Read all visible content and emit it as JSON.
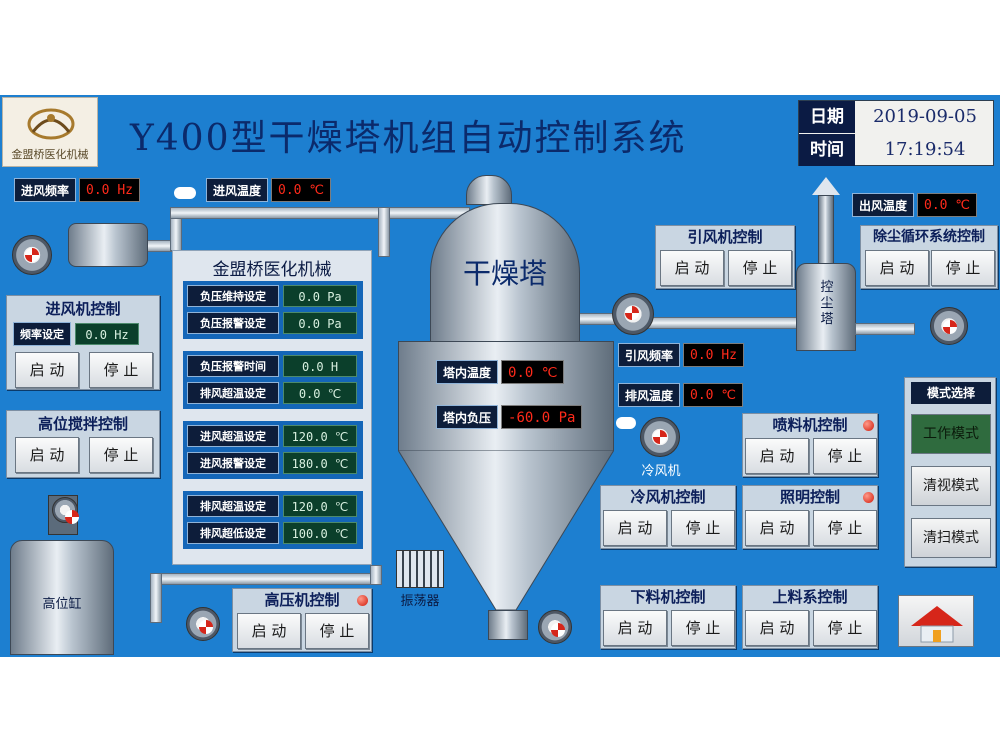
{
  "header": {
    "logo_text": "金盟桥医化机械",
    "title": "Y400型干燥塔机组自动控制系统",
    "date_label": "日期",
    "date_value": "2019-09-05",
    "time_label": "时间",
    "time_value": "17:19:54"
  },
  "readouts": {
    "inlet_freq": {
      "label": "进风频率",
      "value": "0.0 Hz"
    },
    "inlet_temp": {
      "label": "进风温度",
      "value": "0.0 ℃"
    },
    "outlet_temp_top": {
      "label": "出风温度",
      "value": "0.0 ℃"
    },
    "tower_temp": {
      "label": "塔内温度",
      "value": "0.0 ℃"
    },
    "tower_pressure": {
      "label": "塔内负压",
      "value": "-60.0 Pa"
    },
    "induced_freq": {
      "label": "引风频率",
      "value": "0.0 Hz"
    },
    "exhaust_temp": {
      "label": "排风温度",
      "value": "0.0 ℃"
    }
  },
  "inlet_fan_panel": {
    "title": "进风机控制",
    "freq_label": "频率设定",
    "freq_value": "0.0 Hz",
    "start": "启 动",
    "stop": "停 止"
  },
  "stirrer_panel": {
    "title": "高位搅拌控制",
    "start": "启 动",
    "stop": "停 止"
  },
  "params_panel": {
    "title": "金盟桥医化机械",
    "rows": [
      {
        "label": "负压维持设定",
        "value": "0.0 Pa"
      },
      {
        "label": "负压报警设定",
        "value": "0.0 Pa"
      },
      {
        "label": "负压报警时间",
        "value": "0.0 H"
      },
      {
        "label": "排风超温设定",
        "value": "0.0 ℃"
      },
      {
        "label": "进风超温设定",
        "value": "120.0 ℃"
      },
      {
        "label": "进风报警设定",
        "value": "180.0 ℃"
      },
      {
        "label": "排风超温设定",
        "value": "120.0 ℃"
      },
      {
        "label": "排风超低设定",
        "value": "100.0 ℃"
      }
    ]
  },
  "tower": {
    "title": "干燥塔",
    "dust_tower": "控尘塔",
    "cold_fan": "冷风机",
    "vibrator": "振荡器",
    "high_tank": "高位缸"
  },
  "induced_fan_panel": {
    "title": "引风机控制",
    "start": "启 动",
    "stop": "停 止"
  },
  "dust_loop_panel": {
    "title": "除尘循环系统控制",
    "start": "启 动",
    "stop": "停 止"
  },
  "spray_panel": {
    "title": "喷料机控制",
    "start": "启 动",
    "stop": "停 止"
  },
  "cold_fan_panel": {
    "title": "冷风机控制",
    "start": "启 动",
    "stop": "停 止"
  },
  "light_panel": {
    "title": "照明控制",
    "start": "启 动",
    "stop": "停 止"
  },
  "highpress_panel": {
    "title": "高压机控制",
    "start": "启 动",
    "stop": "停 止"
  },
  "discharge_panel": {
    "title": "下料机控制",
    "start": "启 动",
    "stop": "停 止"
  },
  "feed_panel": {
    "title": "上料系控制",
    "start": "启 动",
    "stop": "停 止"
  },
  "mode_panel": {
    "title": "模式选择",
    "work": "工作模式",
    "clean_view": "清视模式",
    "sweep": "清扫模式"
  },
  "colors": {
    "screen_bg": "#1d7fd0",
    "led_red": "#d11a0a",
    "readout_red": "#ff2a1a",
    "param_green": "#0b3f2b"
  }
}
